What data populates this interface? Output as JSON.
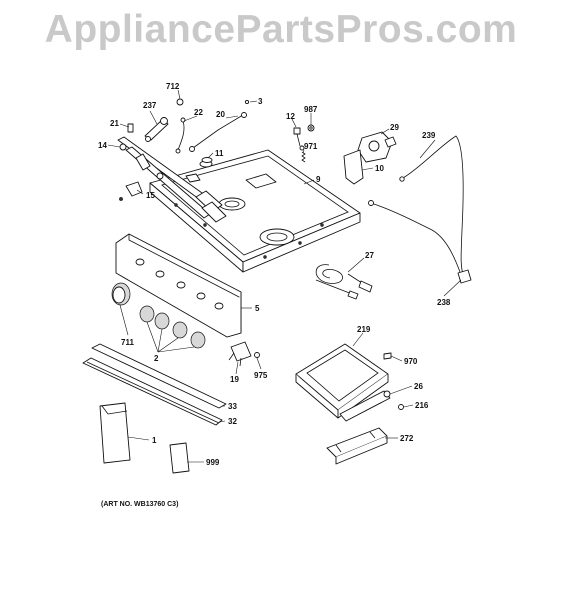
{
  "watermark": "AppliancePartsPros.com",
  "art_number": "(ART NO. WB13760 C3)",
  "callouts": [
    {
      "id": "c712",
      "label": "712"
    },
    {
      "id": "c237",
      "label": "237"
    },
    {
      "id": "c22",
      "label": "22"
    },
    {
      "id": "c20",
      "label": "20"
    },
    {
      "id": "c3",
      "label": "3"
    },
    {
      "id": "c987",
      "label": "987"
    },
    {
      "id": "c21",
      "label": "21"
    },
    {
      "id": "c12",
      "label": "12"
    },
    {
      "id": "c29",
      "label": "29"
    },
    {
      "id": "c239",
      "label": "239"
    },
    {
      "id": "c14",
      "label": "14"
    },
    {
      "id": "c971",
      "label": "971"
    },
    {
      "id": "c11",
      "label": "11"
    },
    {
      "id": "c10",
      "label": "10"
    },
    {
      "id": "c9",
      "label": "9"
    },
    {
      "id": "c15",
      "label": "15"
    },
    {
      "id": "c27",
      "label": "27"
    },
    {
      "id": "c5",
      "label": "5"
    },
    {
      "id": "c238",
      "label": "238"
    },
    {
      "id": "c711",
      "label": "711"
    },
    {
      "id": "c219",
      "label": "219"
    },
    {
      "id": "c2",
      "label": "2"
    },
    {
      "id": "c970",
      "label": "970"
    },
    {
      "id": "c19",
      "label": "19"
    },
    {
      "id": "c975",
      "label": "975"
    },
    {
      "id": "c26",
      "label": "26"
    },
    {
      "id": "c216",
      "label": "216"
    },
    {
      "id": "c33",
      "label": "33"
    },
    {
      "id": "c32",
      "label": "32"
    },
    {
      "id": "c272",
      "label": "272"
    },
    {
      "id": "c1",
      "label": "1"
    },
    {
      "id": "c999",
      "label": "999"
    }
  ]
}
